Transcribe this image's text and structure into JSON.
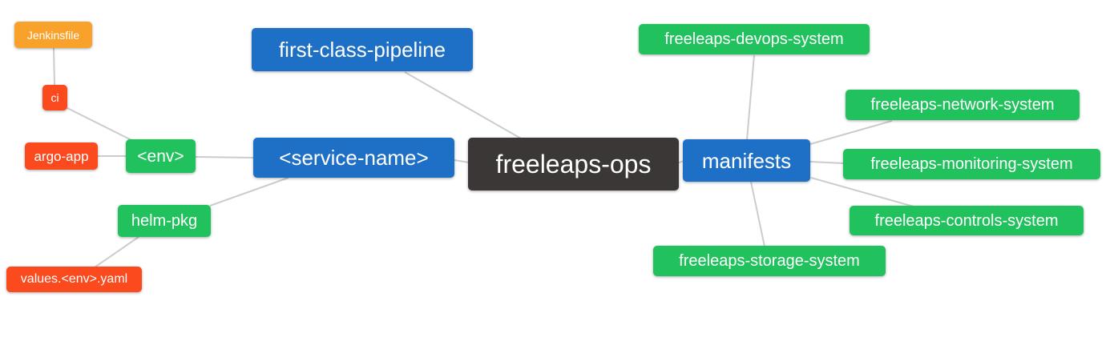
{
  "mindmap": {
    "colors": {
      "root_bg": "#3B3736",
      "branch_blue": "#1E6FC6",
      "leaf_green": "#21C25E",
      "leaf_red": "#FB4B1E",
      "leaf_orange": "#F9A22B",
      "edge": "#CCCCCC",
      "text": "#FFFFFF",
      "background": "#FFFFFF"
    },
    "nodes": {
      "jenkinsfile": {
        "label": "Jenkinsfile",
        "color": "#F9A22B"
      },
      "ci": {
        "label": "ci",
        "color": "#FB4B1E"
      },
      "argo_app": {
        "label": "argo-app",
        "color": "#FB4B1E"
      },
      "env": {
        "label": "<env>",
        "color": "#21C25E"
      },
      "service_name": {
        "label": "<service-name>",
        "color": "#1E6FC6"
      },
      "first_class_pipeline": {
        "label": "first-class-pipeline",
        "color": "#1E6FC6"
      },
      "freeleaps_ops": {
        "label": "freeleaps-ops",
        "color": "#3B3736"
      },
      "manifests": {
        "label": "manifests",
        "color": "#1E6FC6"
      },
      "devops_system": {
        "label": "freeleaps-devops-system",
        "color": "#21C25E"
      },
      "network_system": {
        "label": "freeleaps-network-system",
        "color": "#21C25E"
      },
      "monitoring_system": {
        "label": "freeleaps-monitoring-system",
        "color": "#21C25E"
      },
      "controls_system": {
        "label": "freeleaps-controls-system",
        "color": "#21C25E"
      },
      "storage_system": {
        "label": "freeleaps-storage-system",
        "color": "#21C25E"
      },
      "helm_pkg": {
        "label": "helm-pkg",
        "color": "#21C25E"
      },
      "values_env_yaml": {
        "label": "values.<env>.yaml",
        "color": "#FB4B1E"
      }
    },
    "edges": [
      {
        "from": "Jenkinsfile",
        "to": "ci"
      },
      {
        "from": "ci",
        "to": "<env>"
      },
      {
        "from": "argo-app",
        "to": "<env>"
      },
      {
        "from": "<env>",
        "to": "<service-name>"
      },
      {
        "from": "<service-name>",
        "to": "helm-pkg"
      },
      {
        "from": "helm-pkg",
        "to": "values.<env>.yaml"
      },
      {
        "from": "<service-name>",
        "to": "freeleaps-ops"
      },
      {
        "from": "first-class-pipeline",
        "to": "freeleaps-ops"
      },
      {
        "from": "freeleaps-ops",
        "to": "manifests"
      },
      {
        "from": "manifests",
        "to": "freeleaps-devops-system"
      },
      {
        "from": "manifests",
        "to": "freeleaps-network-system"
      },
      {
        "from": "manifests",
        "to": "freeleaps-monitoring-system"
      },
      {
        "from": "manifests",
        "to": "freeleaps-controls-system"
      },
      {
        "from": "manifests",
        "to": "freeleaps-storage-system"
      }
    ]
  }
}
